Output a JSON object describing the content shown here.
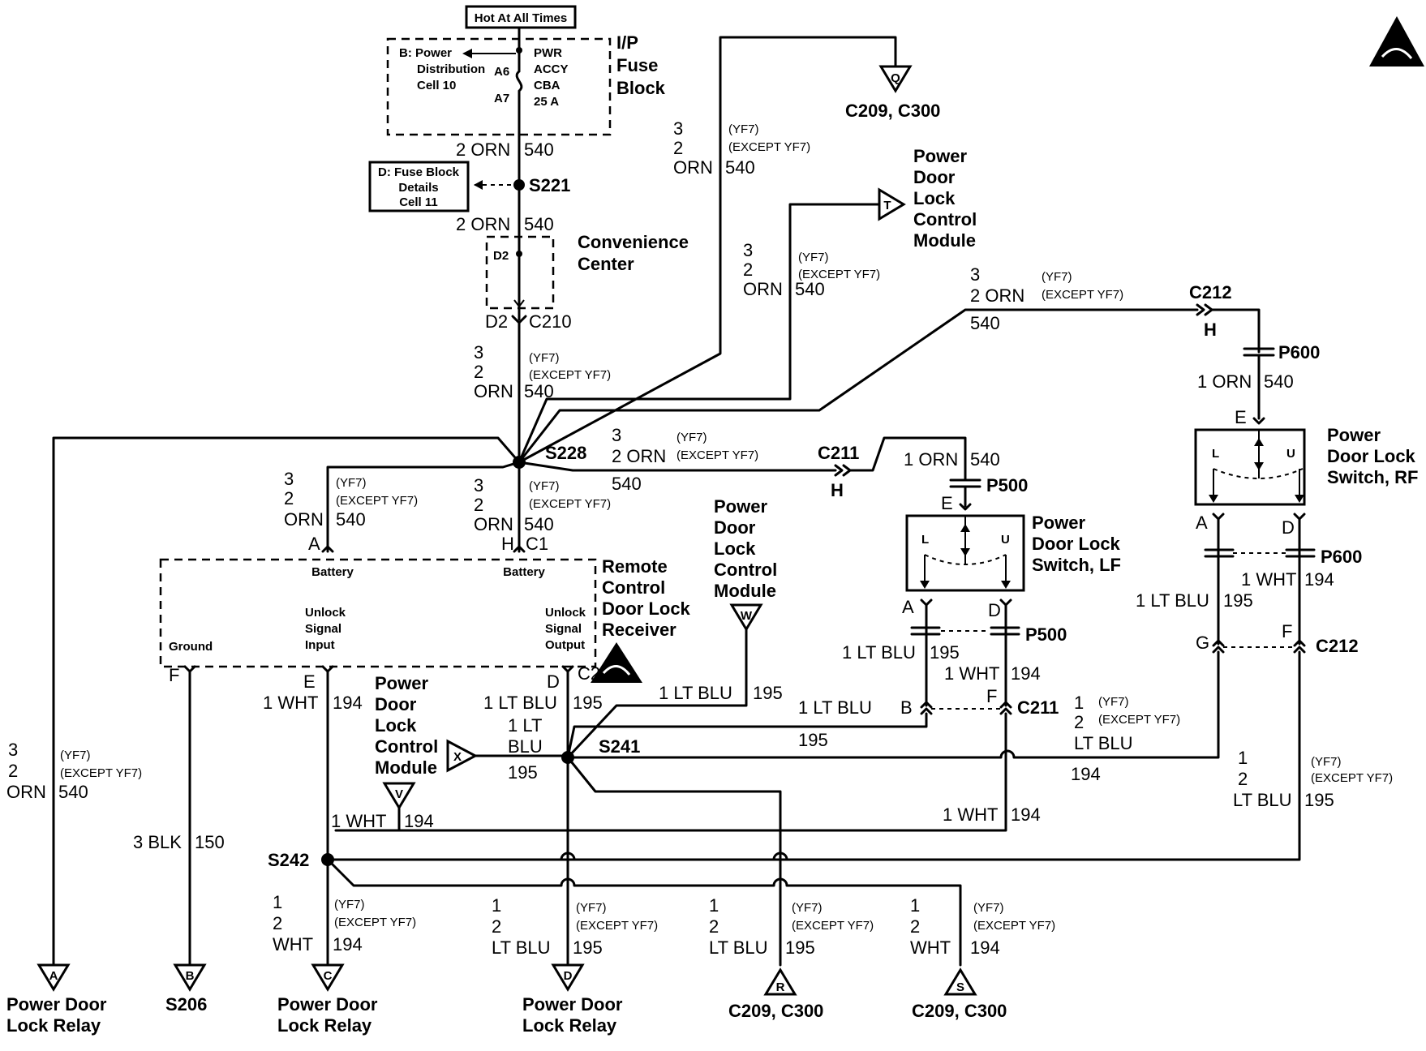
{
  "top_box": "Hot At All Times",
  "fuse_block": {
    "label": [
      "I/P",
      "Fuse",
      "Block"
    ],
    "inner": [
      "PWR",
      "ACCY",
      "CBA",
      "25 A"
    ],
    "pins": [
      "A6",
      "A7"
    ],
    "ref": [
      "B: Power",
      "Distribution",
      "Cell 10"
    ]
  },
  "fuse_details_ref": [
    "D: Fuse Block",
    "Details",
    "Cell 11"
  ],
  "splices": [
    "S221",
    "S228",
    "S241",
    "S242"
  ],
  "convenience": {
    "label": [
      "Convenience",
      "Center"
    ],
    "pin": "D2",
    "conn": "C210"
  },
  "wire_labels": {
    "orn_540": [
      "2 ORN",
      "540"
    ],
    "orn_1_540": "1 ORN",
    "wire_540": "540",
    "yf7": "(YF7)",
    "except": "(EXCEPT YF7)",
    "opt3": "3",
    "opt2": "2",
    "opt1": "1",
    "orn": "ORN",
    "wht": "WHT",
    "wht1": "1 WHT",
    "num194": "194",
    "ltblu": "LT BLU",
    "ltblu1": "1 LT BLU",
    "num195": "195",
    "lt1": "1 LT",
    "blu": "BLU",
    "blk": "3 BLK",
    "num150": "150"
  },
  "connectors": [
    "C211",
    "C212",
    "C209, C300",
    "P500",
    "P600",
    "C1",
    "C2"
  ],
  "receiver": {
    "label": [
      "Remote",
      "Control",
      "Door Lock",
      "Receiver"
    ],
    "inner": [
      "Battery",
      "Battery",
      "Ground",
      "Unlock",
      "Signal",
      "Input",
      "Unlock",
      "Signal",
      "Output"
    ],
    "pins": [
      "A",
      "H",
      "F",
      "E",
      "D"
    ]
  },
  "pdlcm": [
    "Power",
    "Door",
    "Lock",
    "Control",
    "Module"
  ],
  "switch_lf": {
    "label": [
      "Power",
      "Door Lock",
      "Switch, LF"
    ],
    "inner": [
      "L",
      "U"
    ],
    "pins": [
      "E",
      "A",
      "D",
      "B",
      "F"
    ]
  },
  "switch_rf": {
    "label": [
      "Power",
      "Door Lock",
      "Switch, RF"
    ],
    "inner": [
      "L",
      "U"
    ],
    "pins": [
      "E",
      "A",
      "D",
      "G",
      "F",
      "H"
    ]
  },
  "bottom": {
    "relay": [
      "Power Door",
      "Lock Relay"
    ],
    "s206": "S206",
    "c209": "C209, C300"
  },
  "flags": [
    "Q",
    "T",
    "W",
    "X",
    "V",
    "A",
    "B",
    "C",
    "D",
    "R",
    "S"
  ]
}
